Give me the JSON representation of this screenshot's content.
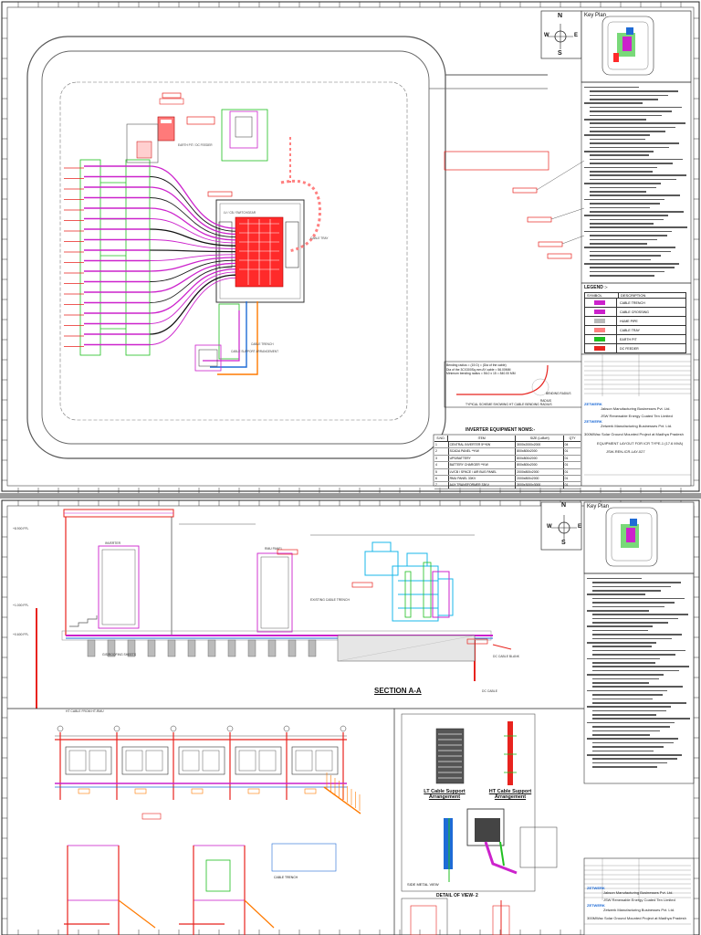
{
  "sheet1": {
    "compass": {
      "n": "N",
      "s": "S",
      "e": "E",
      "w": "W"
    },
    "key_plan_title": "Key Plan",
    "bending_notes": [
      "Bending radius = (15 D) = (Dia of the cable)",
      "Dia of the 3CX300Sq.mm AY cable = 56.00MM",
      "Minimum bending radius = 56.0 x 15 = 840.00 MM"
    ],
    "bending_labels": {
      "bending": "BENDING RADIUS",
      "radius": "RADIUS"
    },
    "bending_caption": "TYPICAL SCHEME SHOWING HT CABLE BENDING RADIUS",
    "schedule": {
      "title": "INVERTER EQUIPMENT NOMS:-",
      "headers": [
        "S.NO.",
        "ITEM",
        "SIZE (LxBxH)",
        "QTY"
      ],
      "rows": [
        [
          "1",
          "CENTRAL INVERTER 5**KW",
          "3000x2000x2000",
          "04"
        ],
        [
          "2",
          "SCADA PANEL **KW",
          "800x800x2000",
          "01"
        ],
        [
          "3",
          "UPS/BATTERY",
          "800x800x2000",
          "01"
        ],
        [
          "4",
          "BATTERY CHARGER **KW",
          "800x800x2000",
          "01"
        ],
        [
          "5",
          "LV/CB / SPACE / AIR BUS PANEL",
          "2000x800x2000",
          "01"
        ],
        [
          "6",
          "RMU PANEL 33KV",
          "2000x800x2000",
          "01"
        ],
        [
          "7",
          "AUX TRANSFORMER 33KV",
          "3000x3000x3000",
          "01"
        ]
      ]
    },
    "legend": {
      "title": "LEGEND :-",
      "headers": [
        "SYMBOL",
        "DESCRIPTION"
      ],
      "items": [
        "CABLE TRENCH",
        "CABLE CROSSING",
        "HUME PIPE",
        "CABLE TRAY",
        "EARTH PIT",
        "DC FEEDER"
      ]
    },
    "title_block": {
      "companies": [
        "ZETWERK",
        "Jakson Manufacturing Businesses Pvt. Ltd.",
        "JSW Renewable Energy Coated Ten Limited",
        "ZETWERK",
        "Zetwerk Manufacturing Businesses Pvt. Ltd."
      ],
      "project": "300MWac Solar Ground Mounted Project at Madhya Pradesh",
      "drawing_title": "EQUIPMENT LAYOUT FOR ICR TYPE-1 (17.6 MVA)",
      "drawing_no": "JSW-REN-ICR-LAY-027"
    },
    "colors": {
      "equipment": "#ff2a2a",
      "cable": "#cc22cc",
      "green": "#1fbf1f",
      "blue": "#1e6bd6",
      "orange": "#ff7a00",
      "cyan": "#1ab7e8"
    }
  },
  "sheet2": {
    "compass": {
      "n": "N",
      "s": "S",
      "e": "E",
      "w": "W"
    },
    "key_plan_title": "Key Plan",
    "section_title": "SECTION A-A",
    "lt_support": "LT Cable Support Arrangement",
    "ht_support": "HT Cable Support Arrangement",
    "detail_title": "DETAIL OF VIEW- 2",
    "side_view": "SIDE METAL VIEW",
    "cable_trench_label": "CABLE TRENCH",
    "title_block": {
      "companies": [
        "ZETWERK",
        "Jakson Manufacturing Businesses Pvt. Ltd.",
        "JSW Renewable Energy Coated Ten Limited",
        "ZETWERK",
        "Zetwerk Manufacturing Businesses Pvt. Ltd."
      ],
      "project": "300MWac Solar Ground Mounted Project at Madhya Pradesh"
    }
  }
}
